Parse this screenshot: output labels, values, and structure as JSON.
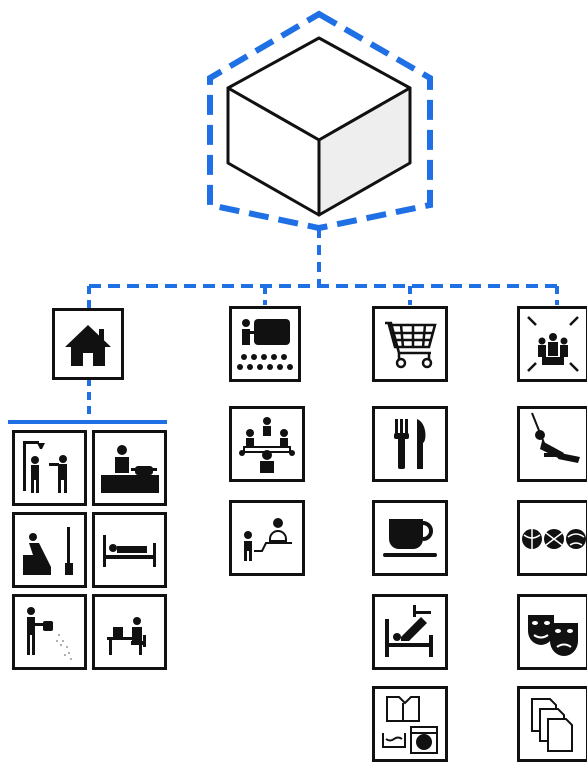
{
  "colors": {
    "connector": "#1f6fe5",
    "ink": "#111111",
    "cube_top": "#ffffff",
    "cube_left": "#ffffff",
    "cube_right": "#eeeeee"
  },
  "root": {
    "icon": "cube-icon"
  },
  "columns": [
    {
      "name": "home",
      "header_icon": "house-icon",
      "children": [
        "shower-icon",
        "cooking-icon",
        "watching-tv-icon",
        "sleeping-icon",
        "watering-plants-icon",
        "working-at-computer-icon"
      ]
    },
    {
      "name": "work",
      "header_icon": "presentation-icon",
      "children": [
        "meeting-icon",
        "reception-desk-icon"
      ]
    },
    {
      "name": "services",
      "header_icon": "shopping-cart-icon",
      "children": [
        "fork-knife-icon",
        "coffee-cup-icon",
        "hotel-bed-icon",
        "laundry-icon"
      ]
    },
    {
      "name": "leisure",
      "header_icon": "gathering-icon",
      "children": [
        "swing-icon",
        "sports-balls-icon",
        "theatre-masks-icon",
        "documents-icon"
      ]
    }
  ]
}
